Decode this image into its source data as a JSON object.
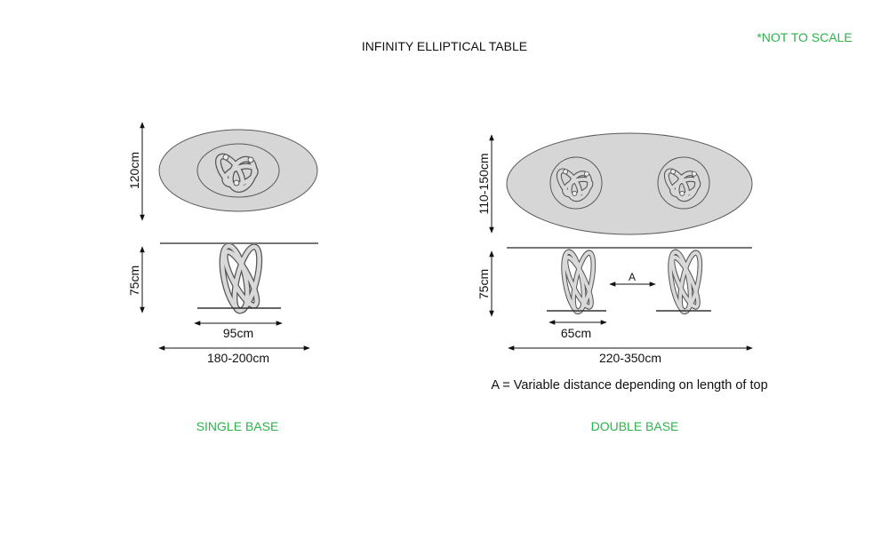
{
  "title": "INFINITY ELLIPTICAL TABLE",
  "note": "*NOT TO SCALE",
  "single": {
    "label": "SINGLE BASE",
    "width_top_view": "120cm",
    "height": "75cm",
    "base_width": "95cm",
    "length": "180-200cm"
  },
  "double": {
    "label": "DOUBLE BASE",
    "width_top_view": "110-150cm",
    "height": "75cm",
    "base_width": "65cm",
    "length": "220-350cm",
    "distance_marker": "A",
    "legend": "A = Variable distance depending on length of top"
  },
  "colors": {
    "accent": "#2db34a",
    "top_fill": "#d6d6d6"
  }
}
